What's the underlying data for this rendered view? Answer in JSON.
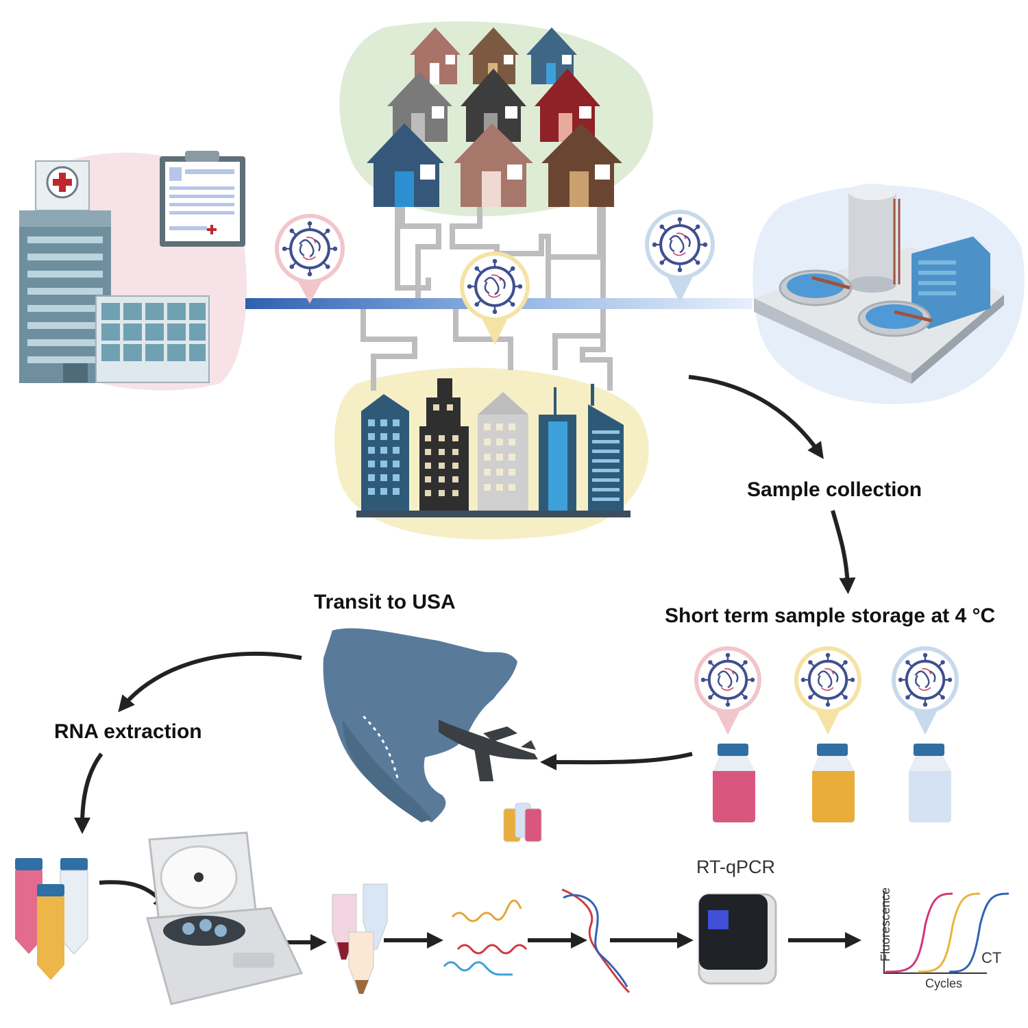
{
  "labels": {
    "sample_collection": "Sample collection",
    "short_term_storage": "Short term sample storage at 4 °C",
    "transit": "Transit to USA",
    "rna_extraction": "RNA extraction",
    "rt_qpcr": "RT-qPCR",
    "ct": "CT",
    "cycles": "Cycles",
    "fluorescence": "Fluorescence"
  },
  "colors": {
    "hospital_blob": "#f7e3e7",
    "houses_blob": "#deecd6",
    "city_blob": "#f6efc6",
    "plant_blob": "#e6eef9",
    "sewer_pipe": "#2f63b7",
    "virus": "#3f4f8f",
    "pin_pink": "#f2c5cc",
    "pin_yellow": "#f5e3a4",
    "pin_blue": "#c7d9ec",
    "map": "#5a7a9a",
    "curve_pink": "#d6337a",
    "curve_yellow": "#e8b43a",
    "curve_blue": "#2f63b7"
  }
}
